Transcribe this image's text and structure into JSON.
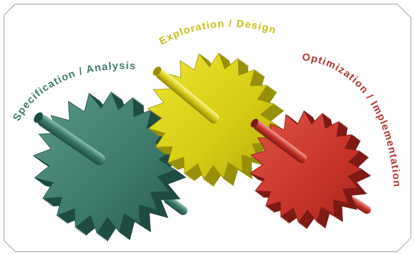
{
  "labels": {
    "specification": "Specification / Analysis",
    "exploration": "Exploration / Design",
    "optimization": "Optimization / Implementation"
  },
  "colors": {
    "teal": "#3d7a6c",
    "teal_dark": "#1f4c42",
    "yellow": "#d6cc14",
    "yellow_dark": "#98900a",
    "red": "#c9342a",
    "red_dark": "#7f1a14",
    "spec_label": "#3d7a6c",
    "exploration_label": "#c9c014",
    "optimization_label": "#b9342a",
    "frame": "#b9b9b9"
  }
}
